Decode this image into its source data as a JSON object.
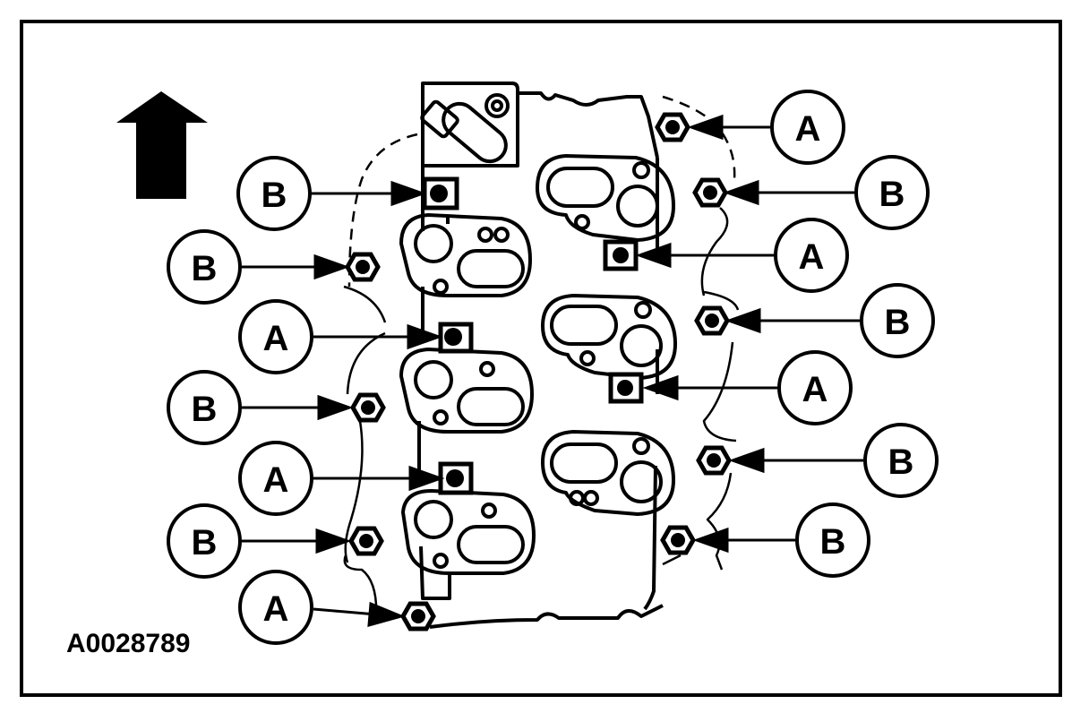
{
  "figure": {
    "id_label": "A0028789",
    "line_color": "#000000",
    "background_color": "#ffffff"
  },
  "callouts": {
    "a": "A",
    "b": "B"
  },
  "icons": {
    "direction": "up-arrow-icon",
    "fastener": "hex-nut-icon"
  }
}
